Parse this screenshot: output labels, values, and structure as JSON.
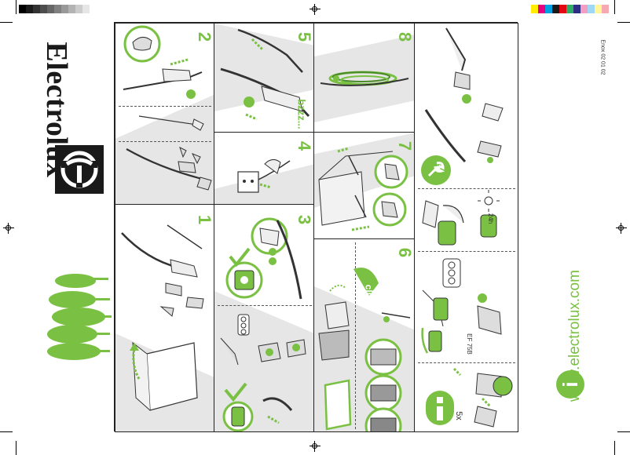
{
  "brand": {
    "name": "Electrolux"
  },
  "footer": {
    "url": "www.electrolux.com",
    "code": "Enox 02 01 02"
  },
  "steps": {
    "s1": "1",
    "s2": "2",
    "s3": "3",
    "s4": "4",
    "s5": "5",
    "s6": "6",
    "s7": "7",
    "s8": "8"
  },
  "labels": {
    "bzzz": "bzzz...",
    "click": "click",
    "filter_model": "EF 75B",
    "repeat": "5x",
    "dry_time": "24h",
    "info": "i"
  },
  "colors": {
    "accent": "#7ac143",
    "ink": "#1a1a1a"
  },
  "icons": [
    "electrolux-logo-icon",
    "tree-icon",
    "wrench-icon",
    "info-icon",
    "arrow-icon",
    "sun-icon",
    "check-icon"
  ]
}
